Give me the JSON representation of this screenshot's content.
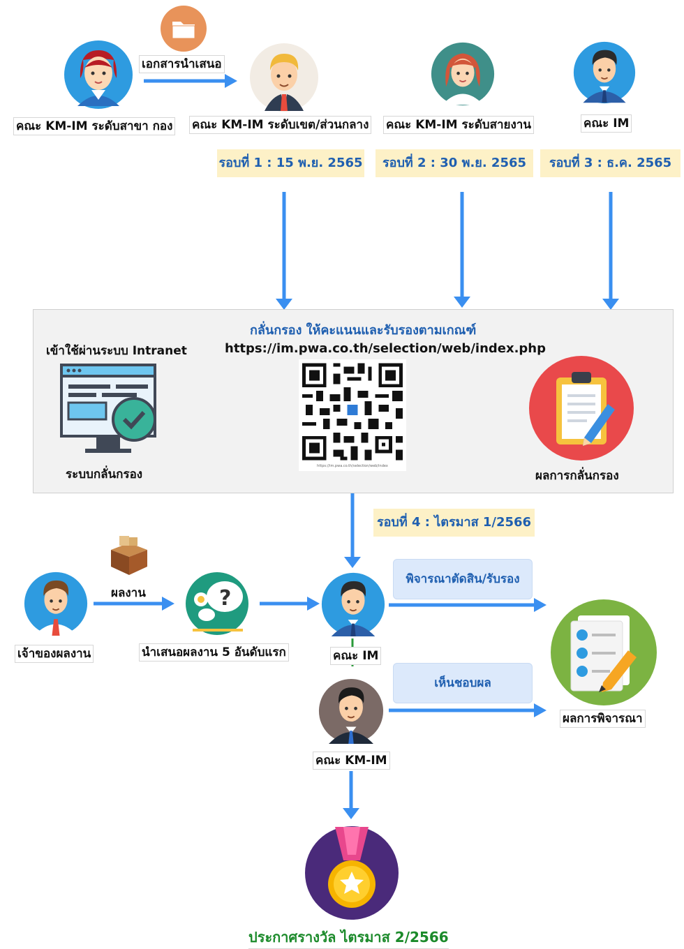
{
  "top": {
    "doc_label": "เอกสารนำเสนอ",
    "committee_branch": "คณะ KM-IM ระดับสาขา กอง",
    "committee_region": "คณะ KM-IM ระดับเขต/ส่วนกลาง",
    "committee_line": "คณะ KM-IM ระดับสายงาน",
    "committee_im": "คณะ IM"
  },
  "rounds": {
    "r1": "รอบที่ 1 : 15 พ.ย. 2565",
    "r2": "รอบที่ 2 : 30 พ.ย. 2565",
    "r3": "รอบที่ 3 : ธ.ค. 2565",
    "r4": "รอบที่ 4 : ไตรมาส 1/2566"
  },
  "panel": {
    "title": "กลั่นกรอง ให้คะแนนและรับรองตามเกณฑ์",
    "url": "https://im.pwa.co.th/selection/web/index.php",
    "intranet_label": "เข้าใช้ผ่านระบบ Intranet",
    "system_label": "ระบบกลั่นกรอง",
    "result_label": "ผลการกลั่นกรอง",
    "qr_caption": "https://im.pwa.co.th/selection/web/index"
  },
  "bottom": {
    "owner": "เจ้าของผลงาน",
    "work_label": "ผลงาน",
    "present_top5": "นำเสนอผลงาน 5 อันดับแรก",
    "im": "คณะ IM",
    "kmim": "คณะ KM-IM",
    "decide": "พิจารณาตัดสิน/รับรอง",
    "agree": "เห็นชอบผล",
    "consider_result": "ผลการพิจารณา",
    "award": "ประกาศรางวัล ไตรมาส 2/2566"
  },
  "colors": {
    "arrow": "#3a8ff0",
    "round_bg": "#fdf1c7",
    "round_text": "#1f5fb0",
    "callout_bg": "#dce9fb",
    "award_text": "#1b8a2a"
  }
}
